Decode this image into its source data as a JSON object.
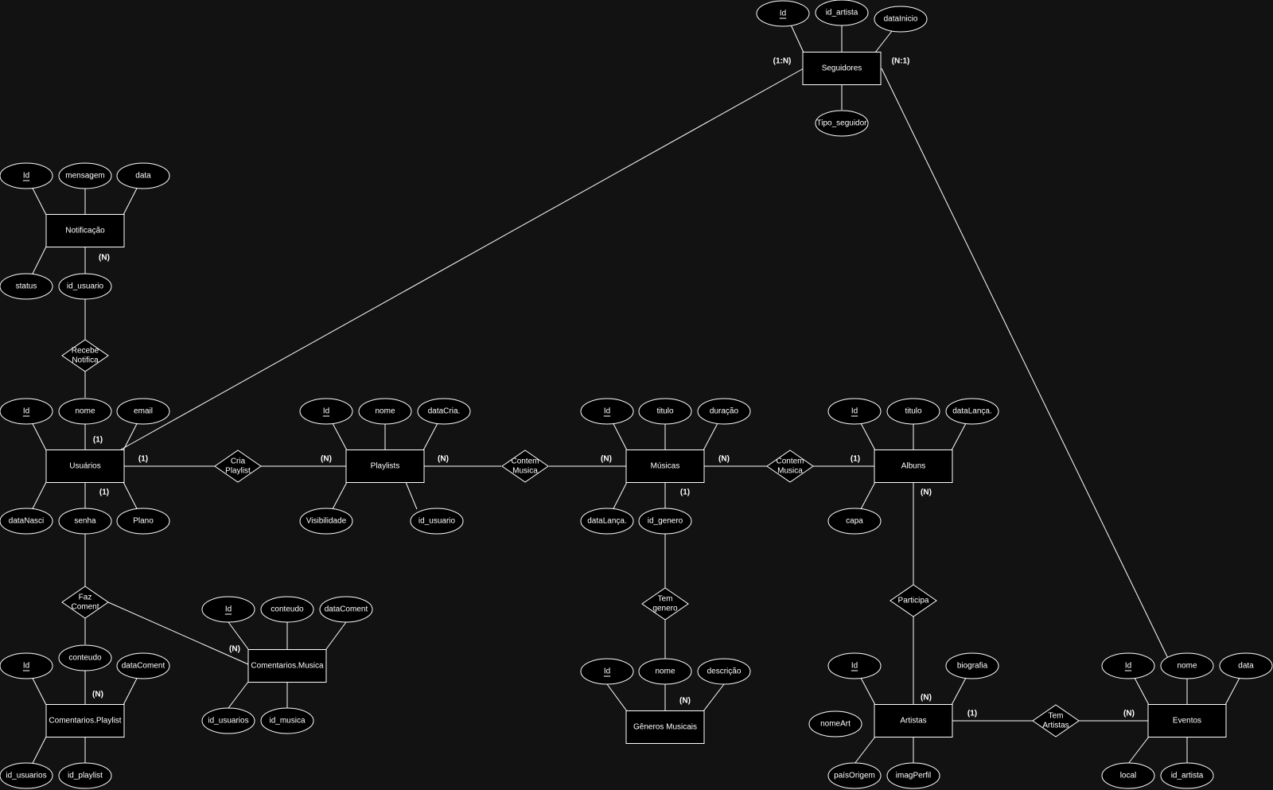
{
  "canvas": {
    "background": "#121212",
    "stroke": "#ffffff",
    "fill": "#000000",
    "text": "#ffffff"
  },
  "entities": {
    "seguidores": "Seguidores",
    "notificacao": "Notificação",
    "usuarios": "Usuários",
    "playlists": "Playlists",
    "musicas": "Músicas",
    "albuns": "Albuns",
    "comentarios_playlist": "Comentarios.Playlist",
    "comentarios_musica": "Comentarios.Musica",
    "generos": "Gêneros Musicais",
    "artistas": "Artistas",
    "eventos": "Eventos"
  },
  "relationships": {
    "recebe_notifica": [
      "Recebe",
      "Notifica"
    ],
    "cria_playlist": [
      "Cria",
      "Playlist"
    ],
    "contem_musica_1": [
      "Contem",
      "Musica"
    ],
    "contem_musica_2": [
      "Contem",
      "Musica"
    ],
    "faz_coment": [
      "Faz",
      "Coment"
    ],
    "tem_genero": [
      "Tem",
      "genero"
    ],
    "participa": [
      "Participa"
    ],
    "tem_artistas": [
      "Tem",
      "Artistas"
    ]
  },
  "attributes": {
    "seg_id": "Id",
    "seg_id_artista": "id_artista",
    "seg_datainicio": "dataInicio",
    "seg_tipo": "Tipo_seguidor",
    "not_id": "Id",
    "not_mensagem": "mensagem",
    "not_data": "data",
    "not_status": "status",
    "not_id_usuario": "id_usuario",
    "usu_id": "Id",
    "usu_nome": "nome",
    "usu_email": "email",
    "usu_datanasci": "dataNasci",
    "usu_senha": "senha",
    "usu_plano": "Plano",
    "pla_id": "Id",
    "pla_nome": "nome",
    "pla_datacria": "dataCria.",
    "pla_visibilidade": "Visibilidade",
    "pla_id_usuario": "id_usuario",
    "mus_id": "Id",
    "mus_titulo": "titulo",
    "mus_duracao": "duração",
    "mus_datalanca": "dataLança.",
    "mus_id_genero": "id_genero",
    "alb_id": "Id",
    "alb_titulo": "titulo",
    "alb_datalanca": "dataLança.",
    "alb_capa": "capa",
    "cm_id": "Id",
    "cm_conteudo": "conteudo",
    "cm_datacoment": "dataComent",
    "cm_id_usuarios": "id_usuarios",
    "cm_id_musica": "id_musica",
    "cp_id": "Id",
    "cp_conteudo": "conteudo",
    "cp_datacoment": "dataComent",
    "cp_id_usuarios": "id_usuarios",
    "cp_id_playlist": "id_playlist",
    "gen_id": "Id",
    "gen_nome": "nome",
    "gen_descricao": "descrição",
    "art_id": "Id",
    "art_biografia": "biografia",
    "art_nomeart": "nomeArt",
    "art_paisorigem": "paísOrigem",
    "art_imagperfil": "imagPerfil",
    "eve_id": "Id",
    "eve_nome": "nome",
    "eve_data": "data",
    "eve_local": "local",
    "eve_id_artista": "id_artista"
  },
  "cardinalities": {
    "seg_left": "(1:N)",
    "seg_right": "(N:1)",
    "not_n": "(N)",
    "usu_top": "(1)",
    "usu_right": "(1)",
    "usu_bottom": "(1)",
    "pla_left": "(N)",
    "pla_right": "(N)",
    "mus_left": "(N)",
    "mus_right": "(N)",
    "mus_bottom": "(1)",
    "alb_left": "(1)",
    "alb_bottom": "(N)",
    "cm_left": "(N)",
    "cp_top": "(N)",
    "gen_top": "(N)",
    "art_top": "(N)",
    "art_right": "(1)",
    "eve_left": "(N)"
  }
}
